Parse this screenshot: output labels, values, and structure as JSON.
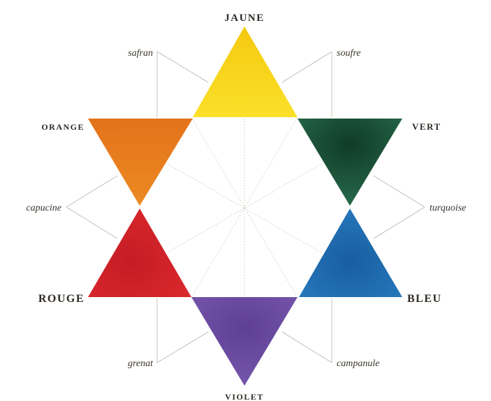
{
  "diagram": {
    "primary_colors": {
      "yellow": {
        "label": "JAUNE",
        "color": "#f7d417"
      },
      "green": {
        "label": "VERT",
        "color": "#1f5a3d"
      },
      "blue": {
        "label": "BLEU",
        "color": "#1d6db2"
      },
      "violet": {
        "label": "VIOLET",
        "color": "#6a4aa0"
      },
      "red": {
        "label": "ROUGE",
        "color": "#d0212a"
      },
      "orange": {
        "label": "ORANGE",
        "color": "#e5781a"
      }
    },
    "intermediate_colors": {
      "safran": {
        "label": "safran"
      },
      "soufre": {
        "label": "soufre"
      },
      "turquoise": {
        "label": "turquoise"
      },
      "campanule": {
        "label": "campanule"
      },
      "grenat": {
        "label": "grenat"
      },
      "capucine": {
        "label": "capucine"
      }
    }
  }
}
